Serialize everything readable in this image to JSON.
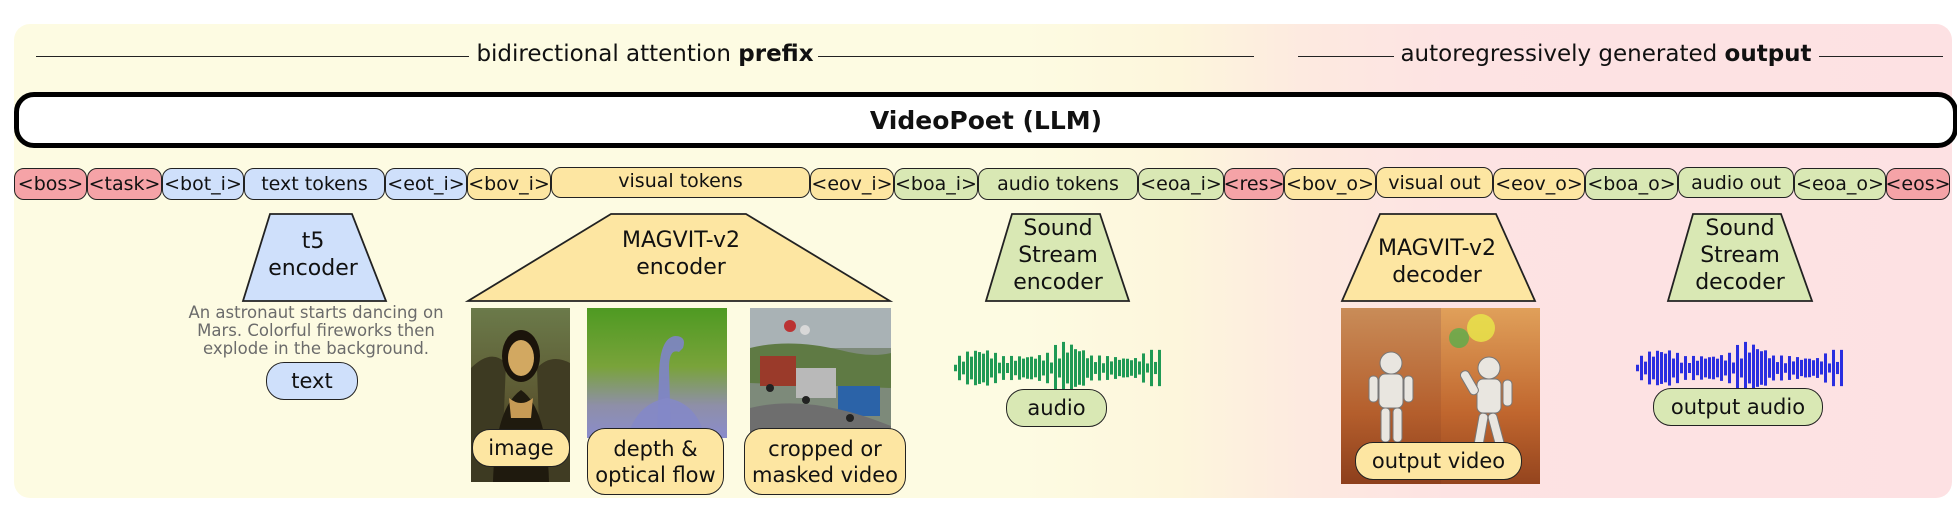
{
  "header": {
    "prefix_normal": "bidirectional attention ",
    "prefix_bold": "prefix",
    "output_normal": "autoregressively generated ",
    "output_bold": "output"
  },
  "llm_label": "VideoPoet  (LLM)",
  "tokens": {
    "bos": "<bos>",
    "task": "<task>",
    "bot_i": "<bot_i>",
    "text_tokens": "text tokens",
    "eot_i": "<eot_i>",
    "bov_i": "<bov_i>",
    "visual_tokens": "visual tokens",
    "eov_i": "<eov_i>",
    "boa_i": "<boa_i>",
    "audio_tokens": "audio tokens",
    "eoa_i": "<eoa_i>",
    "res": "<res>",
    "bov_o": "<bov_o>",
    "visual_out": "visual out",
    "eov_o": "<eov_o>",
    "boa_o": "<boa_o>",
    "audio_out": "audio out",
    "eoa_o": "<eoa_o>",
    "eos": "<eos>"
  },
  "encoders": {
    "t5": "t5\nencoder",
    "magvit_enc": "MAGVIT-v2\nencoder",
    "sound_enc": "Sound\nStream\nencoder",
    "magvit_dec": "MAGVIT-v2\ndecoder",
    "sound_dec": "Sound\nStream\ndecoder"
  },
  "prompt_text": "An astronaut starts dancing on Mars. Colorful fireworks then explode in the background.",
  "inputs": {
    "text": "text",
    "image": "image",
    "depth": "depth &\noptical flow",
    "cropped": "cropped or\nmasked video",
    "audio": "audio",
    "output_video": "output video",
    "output_audio": "output audio"
  },
  "colors": {
    "red": "#f5a3a7",
    "blue": "#cfe0fb",
    "yellow": "#fde6a2",
    "green": "#d9e8b4",
    "audio_wave_in": "#1f9a55",
    "audio_wave_out": "#2a2ee0"
  }
}
